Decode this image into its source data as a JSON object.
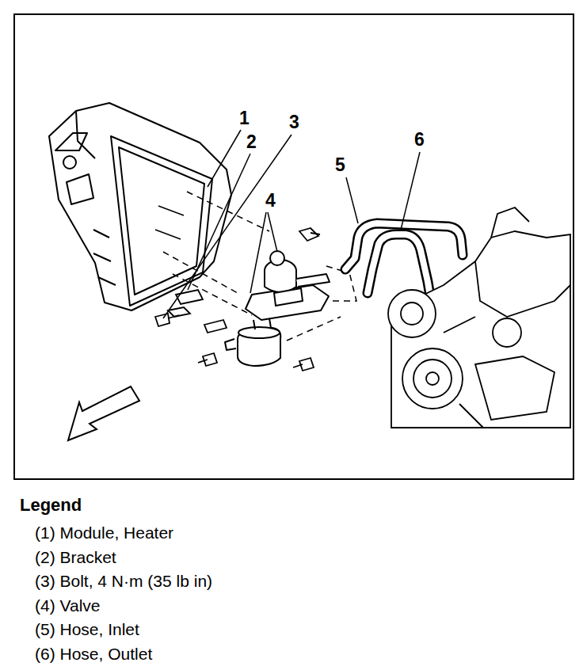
{
  "diagram": {
    "labels": [
      "1",
      "2",
      "3",
      "4",
      "5",
      "6",
      "Legend"
    ],
    "legend": [
      {
        "text": "(1) Module, Heater"
      },
      {
        "text": "(2) Bracket"
      },
      {
        "text": "(3) Bolt, 4 N·m (35 lb in)"
      },
      {
        "text": "(4) Valve"
      },
      {
        "text": "(5) Hose, Inlet"
      },
      {
        "text": "(6) Hose, Outlet"
      }
    ]
  }
}
